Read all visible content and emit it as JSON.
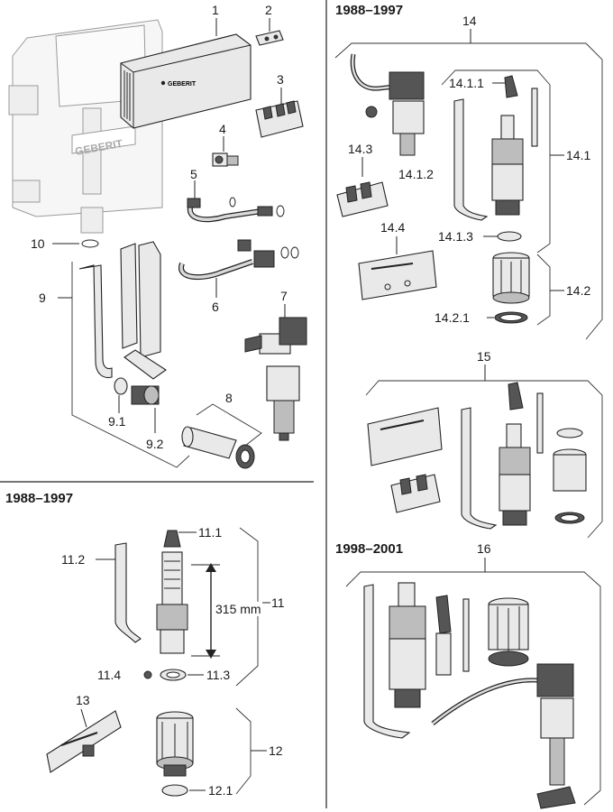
{
  "headers": {
    "top_right": "1988–1997",
    "mid_left": "1988–1997",
    "lower_right": "1998–2001"
  },
  "labels": {
    "p1": "1",
    "p2": "2",
    "p3": "3",
    "p4": "4",
    "p5": "5",
    "p6": "6",
    "p7": "7",
    "p8": "8",
    "p9": "9",
    "p9_1": "9.1",
    "p9_2": "9.2",
    "p10": "10",
    "p11": "11",
    "p11_1": "11.1",
    "p11_2": "11.2",
    "p11_3": "11.3",
    "p11_4": "11.4",
    "p12": "12",
    "p12_1": "12.1",
    "p13": "13",
    "p14": "14",
    "p14_1": "14.1",
    "p14_1_1": "14.1.1",
    "p14_1_2": "14.1.2",
    "p14_1_3": "14.1.3",
    "p14_2": "14.2",
    "p14_2_1": "14.2.1",
    "p14_3": "14.3",
    "p14_4": "14.4",
    "p15": "15",
    "p16": "16"
  },
  "dimension": "315 mm",
  "brand_text": "GEBERIT"
}
